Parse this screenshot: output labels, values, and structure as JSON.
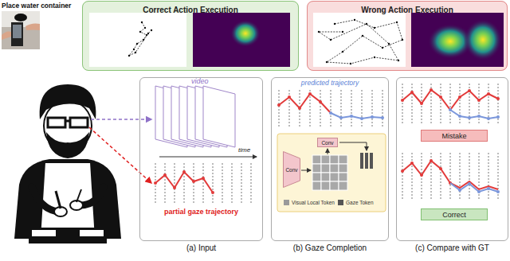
{
  "diagram": {
    "nodes": [
      {
        "text": [
          "Correct Action Execution"
        ]
      },
      {
        "text": [
          "Wrong Action Execution"
        ]
      },
      {
        "text": [
          "(a) Input"
        ]
      },
      {
        "text": [
          "(b) Gaze Completion"
        ]
      },
      {
        "text": [
          "Conv"
        ],
        "in": 3
      },
      {
        "text": [
          "Conv"
        ],
        "in": 3
      },
      {
        "text": [
          "(c) Compare with GT"
        ]
      },
      {
        "text": [
          "Mistake"
        ],
        "in": 6
      },
      {
        "text": [
          "Correct"
        ],
        "in": 6
      }
    ],
    "labels": [
      "Place water container",
      "video",
      "time",
      "partial gaze trajectory",
      "predicted trajectory"
    ],
    "legend": [
      {
        "text": "Visual Local Token",
        "color": "#9a9a9a"
      },
      {
        "text": "Gaze Token",
        "color": "#555555"
      }
    ]
  }
}
